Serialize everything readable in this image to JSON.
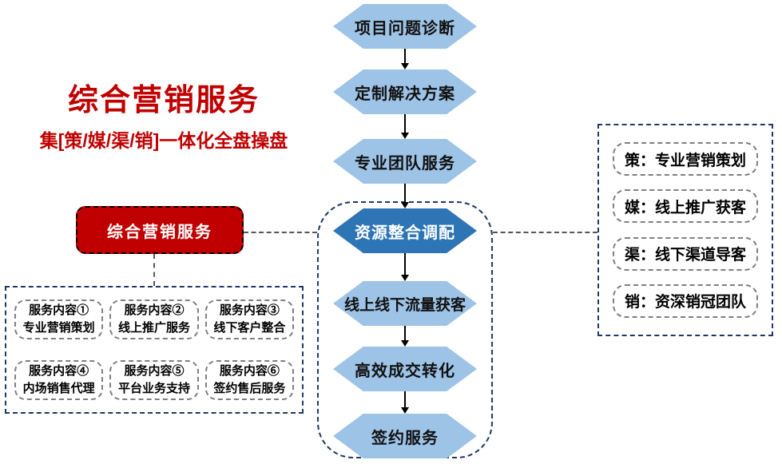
{
  "header": {
    "title": "综合营销服务",
    "subtitle": "集[策/媒/渠/销]一体化全盘操盘"
  },
  "red_node": {
    "label": "综合营销服务"
  },
  "flow": {
    "steps": [
      {
        "label": "项目问题诊断",
        "emphasis": false
      },
      {
        "label": "定制解决方案",
        "emphasis": false
      },
      {
        "label": "专业团队服务",
        "emphasis": false
      },
      {
        "label": "资源整合调配",
        "emphasis": true
      },
      {
        "label": "线上线下流量获客",
        "emphasis": false
      },
      {
        "label": "高效成交转化",
        "emphasis": false
      },
      {
        "label": "签约服务",
        "emphasis": false
      }
    ]
  },
  "services_panel": {
    "items": [
      {
        "line1": "服务内容①",
        "line2": "专业营销策划"
      },
      {
        "line1": "服务内容②",
        "line2": "线上推广服务"
      },
      {
        "line1": "服务内容③",
        "line2": "线下客户整合"
      },
      {
        "line1": "服务内容④",
        "line2": "内场销售代理"
      },
      {
        "line1": "服务内容⑤",
        "line2": "平台业务支持"
      },
      {
        "line1": "服务内容⑥",
        "line2": "签约售后服务"
      }
    ]
  },
  "legend_panel": {
    "items": [
      {
        "label": "策：专业营销策划"
      },
      {
        "label": "媒：线上推广获客"
      },
      {
        "label": "渠：线下渠道导客"
      },
      {
        "label": "销：资深销冠团队"
      }
    ]
  },
  "colors": {
    "accent_red": "#C00000",
    "hex_light_blue": "#9DC3E6",
    "hex_dark_blue": "#2E75B6",
    "frame_navy": "#1F3864",
    "inner_box_gray": "#7F7F7F",
    "connector_gray": "#555555"
  }
}
